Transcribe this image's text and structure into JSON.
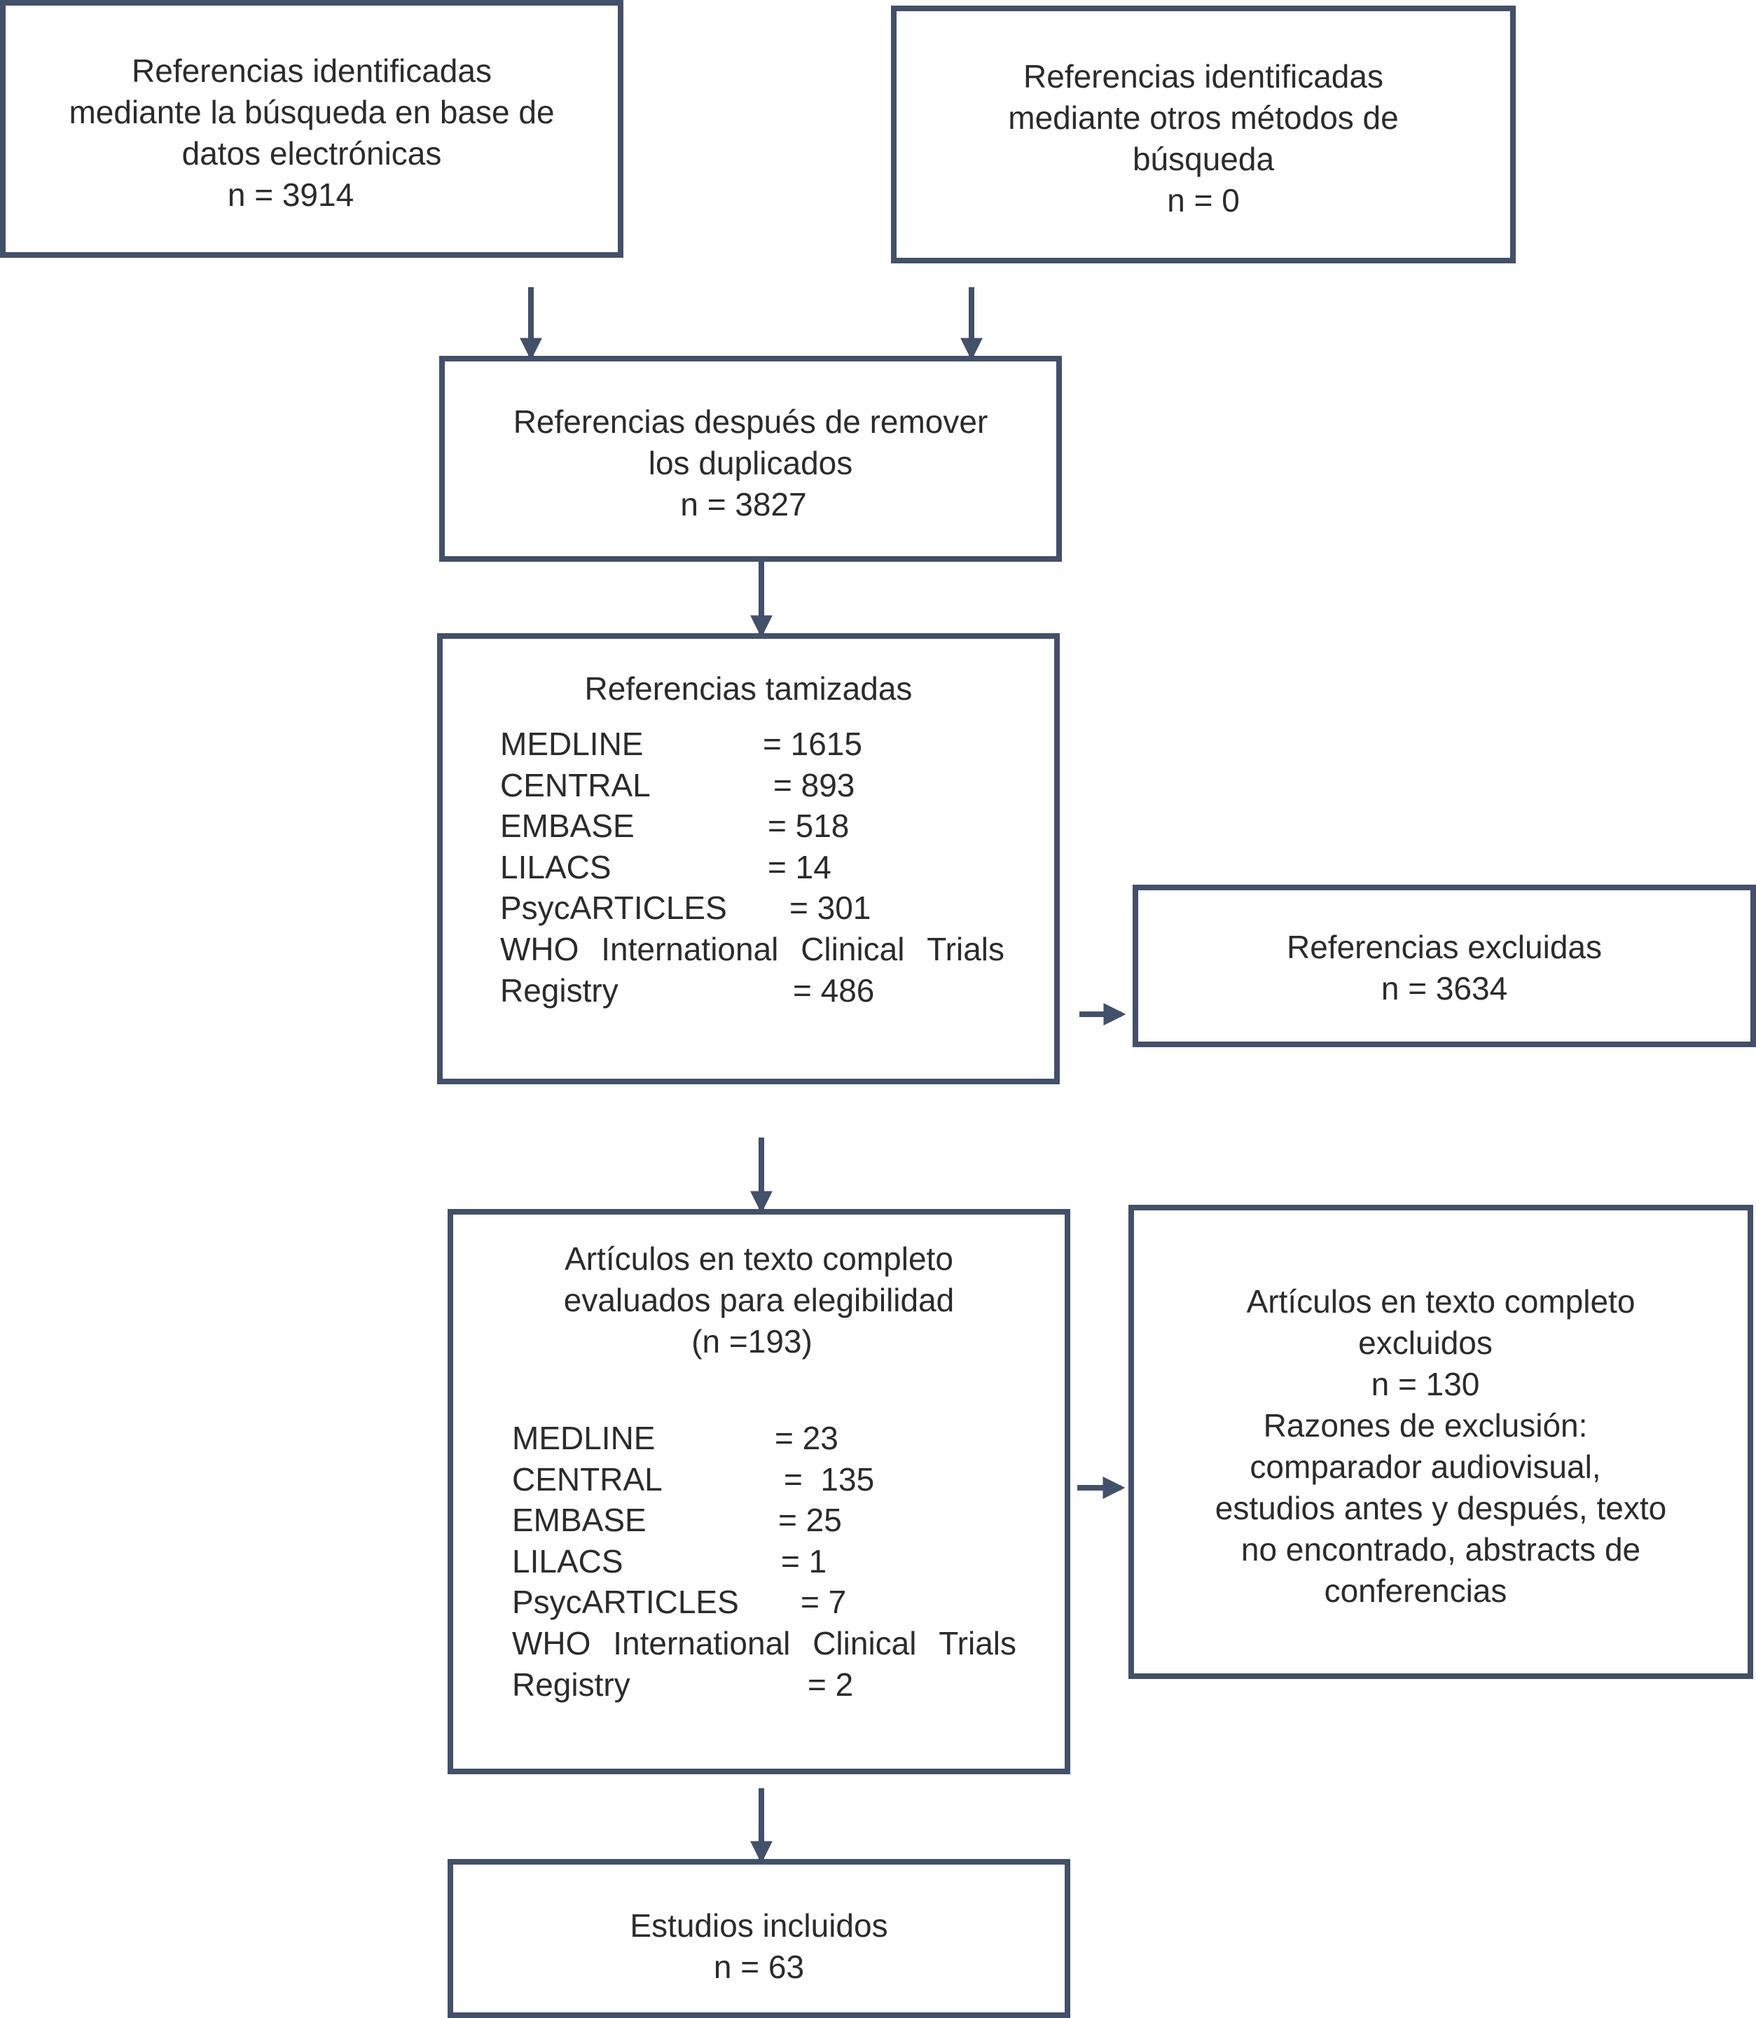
{
  "boxes": {
    "db_search": {
      "lines": [
        "Referencias identificadas",
        "mediante la búsqueda en base de",
        "datos electrónicas",
        "n = 3914"
      ]
    },
    "other_methods": {
      "lines": [
        "Referencias identificadas",
        "mediante otros métodos de",
        "búsqueda",
        "n = 0"
      ]
    },
    "after_duplicates": {
      "lines": [
        "Referencias después de remover",
        "los duplicados",
        "n = 3827"
      ]
    },
    "screened": {
      "title": "Referencias tamizadas",
      "rows": [
        {
          "label": "MEDLINE",
          "value": "= 1615"
        },
        {
          "label": "CENTRAL",
          "value": "= 893"
        },
        {
          "label": "EMBASE",
          "value": "= 518"
        },
        {
          "label": "LILACS",
          "value": "= 14"
        },
        {
          "label": "PsycARTICLES",
          "value": "= 301"
        }
      ],
      "who_words": [
        "WHO",
        "International",
        "Clinical",
        "Trials"
      ],
      "registry": {
        "label": "Registry",
        "value": "= 486"
      }
    },
    "excluded": {
      "lines": [
        "Referencias excluidas",
        "n = 3634"
      ]
    },
    "full_text": {
      "lines": [
        "Artículos en texto completo",
        "evaluados para elegibilidad",
        "(n =193)"
      ],
      "rows": [
        {
          "label": "MEDLINE",
          "value": "= 23"
        },
        {
          "label": "CENTRAL",
          "value": "=  135"
        },
        {
          "label": "EMBASE",
          "value": "= 25"
        },
        {
          "label": "LILACS",
          "value": "= 1"
        },
        {
          "label": "PsycARTICLES",
          "value": "= 7"
        }
      ],
      "who_words": [
        "WHO",
        "International",
        "Clinical",
        "Trials"
      ],
      "registry": {
        "label": "Registry",
        "value": "= 2"
      }
    },
    "full_text_excluded": {
      "lines": [
        "Artículos en texto completo",
        "excluidos",
        "n = 130",
        "Razones de exclusión:",
        "comparador audiovisual,",
        "estudios antes y después, texto",
        "no encontrado, abstracts de",
        "conferencias"
      ]
    },
    "included": {
      "lines": [
        "Estudios incluidos",
        "n = 63"
      ]
    }
  },
  "colors": {
    "border": "#43506a",
    "arrow": "#43506a",
    "text": "#2b2b2b"
  }
}
